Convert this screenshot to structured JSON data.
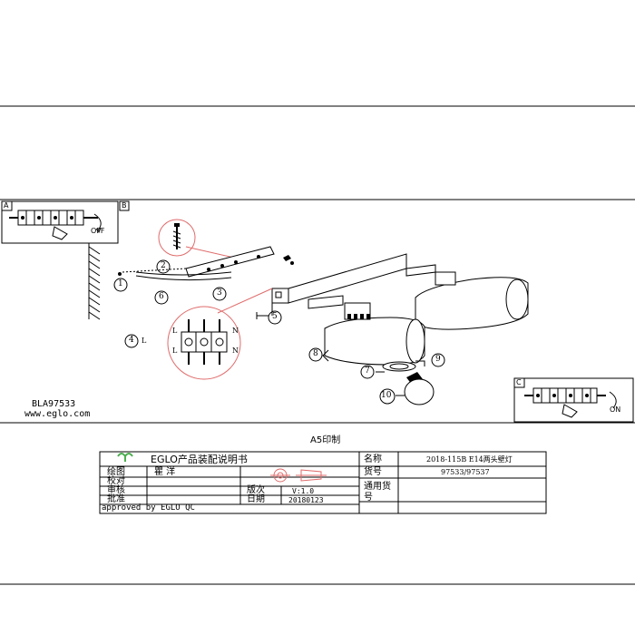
{
  "sheet": {
    "model_code": "BLA97533",
    "website": "www.eglo.com",
    "print_size": "A5印制"
  },
  "panel_a": {
    "label": "A",
    "switch_state": "OFF"
  },
  "panel_b": {
    "label": "B"
  },
  "panel_c": {
    "label": "C",
    "switch_state": "ON"
  },
  "steps": [
    "1",
    "2",
    "3",
    "4",
    "5",
    "6",
    "7",
    "8",
    "9",
    "10"
  ],
  "terminal_labels": {
    "left_top": "L",
    "left_mid": "L",
    "left_bottom": "L",
    "right_top": "N",
    "right_bottom": "N"
  },
  "title_block": {
    "logo_word": "EGLO",
    "title": "EGLO产品装配说明书",
    "row_labels": {
      "drawn": "绘图",
      "checked": "校对",
      "reviewed": "审核",
      "approved": "批准"
    },
    "drawn_by": "瞿 洋",
    "version_label": "版次",
    "version_value": "V:1.0",
    "date_label": "日期",
    "date_value": "20180123",
    "approved_note": "approved by EGLO QC",
    "name_label": "名称",
    "name_value": "2018-115B E14两头壁灯",
    "goods_no_label": "货号",
    "goods_no_value": "97533/97537",
    "general_goods_label": "通用货号",
    "general_goods_value": ""
  }
}
